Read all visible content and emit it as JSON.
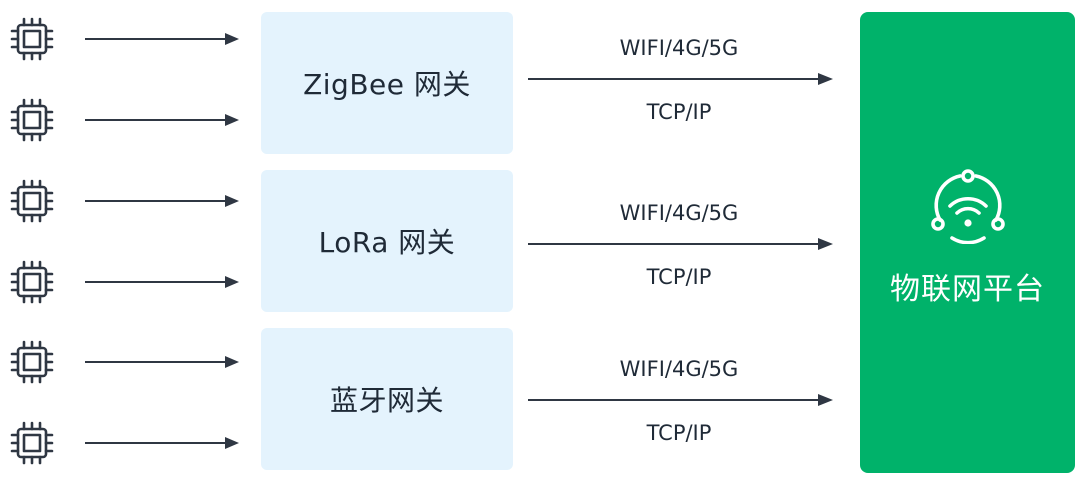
{
  "colors": {
    "gateway_bg": "#e4f3fd",
    "platform_bg": "#00b26a",
    "arrow": "#2f3743",
    "text": "#1f2a37"
  },
  "devices": [
    {
      "icon": "chip-icon"
    },
    {
      "icon": "chip-icon"
    },
    {
      "icon": "chip-icon"
    },
    {
      "icon": "chip-icon"
    },
    {
      "icon": "chip-icon"
    },
    {
      "icon": "chip-icon"
    }
  ],
  "gateways": [
    {
      "label": "ZigBee 网关",
      "protocol_top": "WIFI/4G/5G",
      "protocol_bottom": "TCP/IP"
    },
    {
      "label": "LoRa 网关",
      "protocol_top": "WIFI/4G/5G",
      "protocol_bottom": "TCP/IP"
    },
    {
      "label": "蓝牙网关",
      "protocol_top": "WIFI/4G/5G",
      "protocol_bottom": "TCP/IP"
    }
  ],
  "platform": {
    "label": "物联网平台",
    "icon": "iot-wifi-icon"
  }
}
